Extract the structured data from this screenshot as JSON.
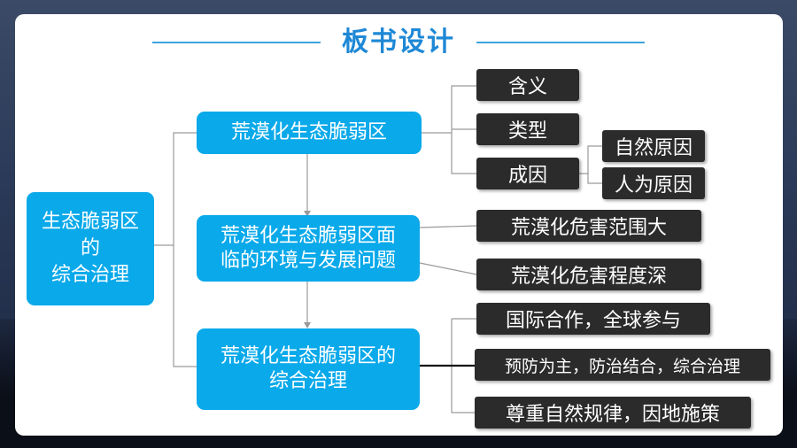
{
  "title": "板书设计",
  "root": {
    "line1": "生态脆弱区",
    "line2": "的",
    "line3": "综合治理"
  },
  "nodes": {
    "n1": "荒漠化生态脆弱区",
    "n2_line1": "荒漠化生态脆弱区面",
    "n2_line2": "临的环境与发展问题",
    "n3_line1": "荒漠化生态脆弱区的",
    "n3_line2": "综合治理"
  },
  "n1_children": [
    "含义",
    "类型",
    "成因"
  ],
  "cause_children": [
    "自然原因",
    "人为原因"
  ],
  "n2_children": [
    "荒漠化危害范围大",
    "荒漠化危害程度深"
  ],
  "n3_children": [
    "国际合作，全球参与",
    "预防为主，防治结合，综合治理",
    "尊重自然规律，因地施策"
  ],
  "colors": {
    "accent": "#0aa9ea",
    "title": "#1e88d6",
    "dark_box": "#2b2b2b"
  }
}
